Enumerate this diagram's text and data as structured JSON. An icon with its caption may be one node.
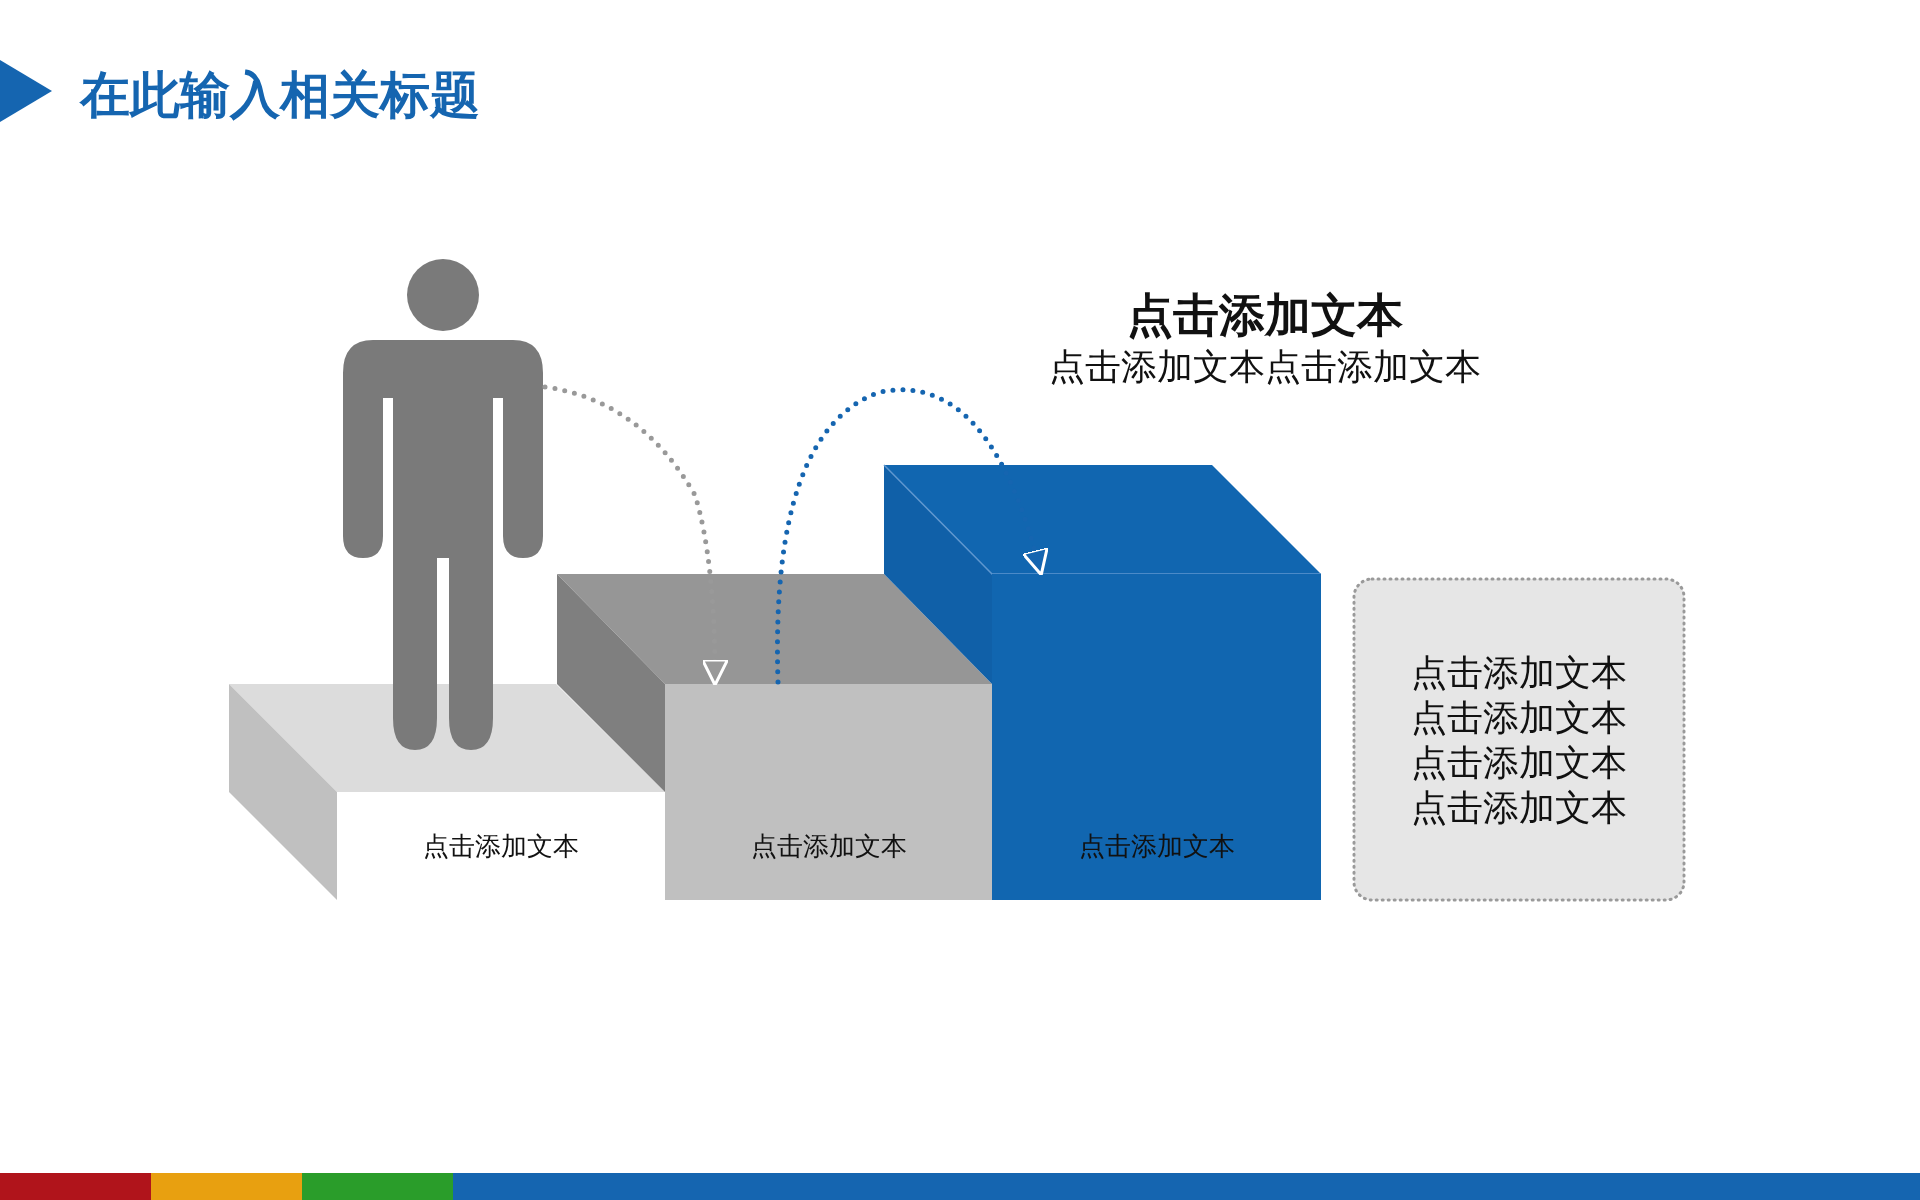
{
  "diagram": {
    "title": "在此输入相关标题",
    "nodes": [
      {
        "text": [],
        "shape": "person"
      },
      {
        "text": [
          "点击添加文本"
        ]
      },
      {
        "text": [
          "点击添加文本"
        ]
      },
      {
        "text": [
          "点击添加文本"
        ]
      },
      {
        "text": [
          "点击添加文本点击添加文本点击添加文本点击添加文本"
        ]
      }
    ],
    "edges": [
      {
        "from": 0,
        "to": 2,
        "arrow": "to",
        "style": "dashed",
        "color": "#999999"
      },
      {
        "from": 2,
        "to": 3,
        "arrow": "to",
        "style": "dashed",
        "color": "#1565b0"
      }
    ],
    "labels": [
      "点击添加文本",
      "点击添加文本点击添加文本"
    ]
  }
}
